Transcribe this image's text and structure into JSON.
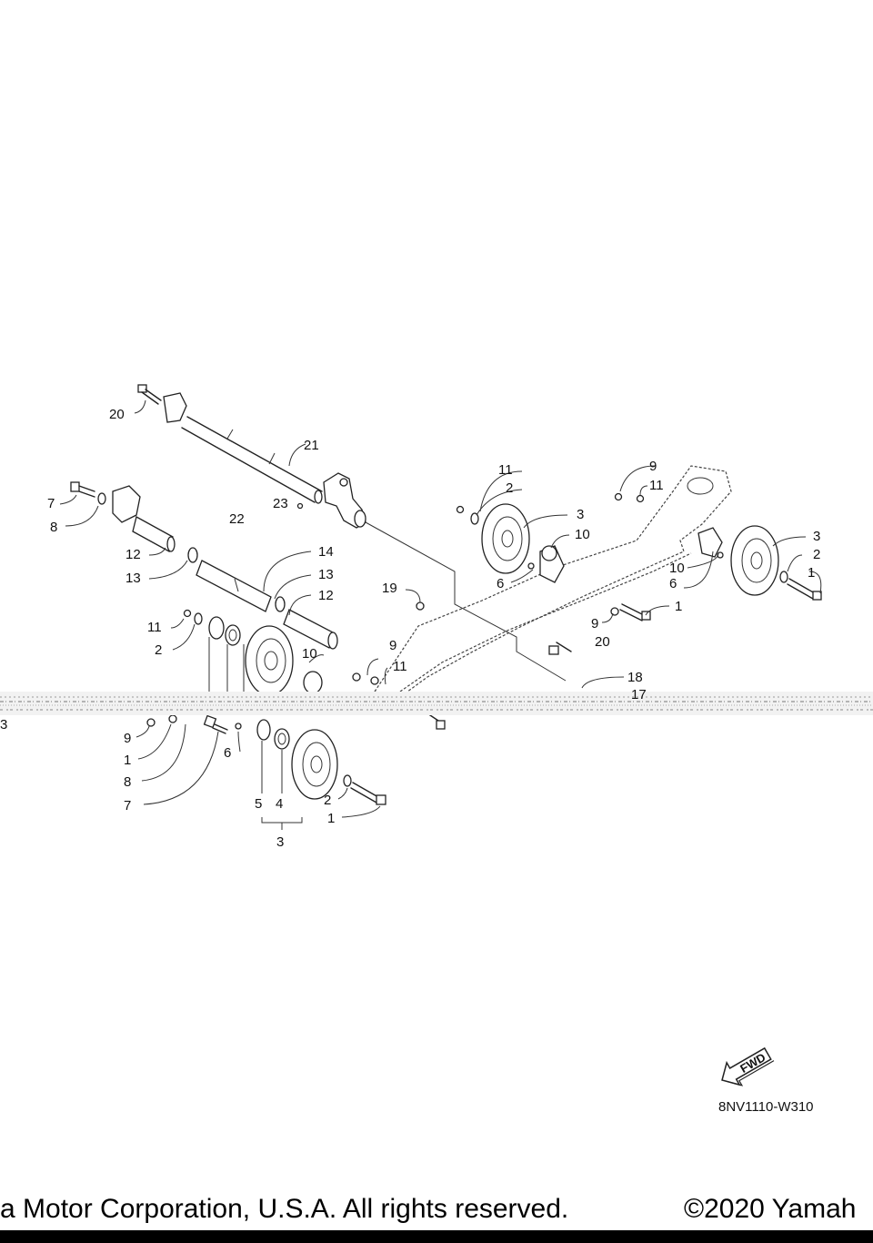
{
  "diagram": {
    "callouts": {
      "c20a": "20",
      "c21": "21",
      "c23": "23",
      "c22": "22",
      "c7a": "7",
      "c8a": "8",
      "c12a": "12",
      "c13a": "13",
      "c14": "14",
      "c13b": "13",
      "c12b": "12",
      "c11a": "11",
      "c2a": "2",
      "c10a": "10",
      "c9a": "9",
      "c11b": "11",
      "c3a": "3",
      "c9b": "9",
      "c1a": "1",
      "c8b": "8",
      "c7b": "7",
      "c6a": "6",
      "c5": "5",
      "c4": "4",
      "c2b": "2",
      "c1b": "1",
      "c3b": "3",
      "c19": "19",
      "c20b": "20",
      "c18": "18",
      "c17": "17",
      "c11c": "11",
      "c2c": "2",
      "c3c": "3",
      "c10b": "10",
      "c6b": "6",
      "c9c": "9",
      "c1c": "1",
      "c9d": "9",
      "c11d": "11",
      "c3d": "3",
      "c2d": "2",
      "c1d": "1",
      "c10c": "10",
      "c6c": "6"
    },
    "fwd_label": "FWD",
    "drawing_code": "8NV1110-W310",
    "footer": {
      "left": "a Motor Corporation, U.S.A. All rights reserved.",
      "right": "©2020 Yamah"
    }
  }
}
